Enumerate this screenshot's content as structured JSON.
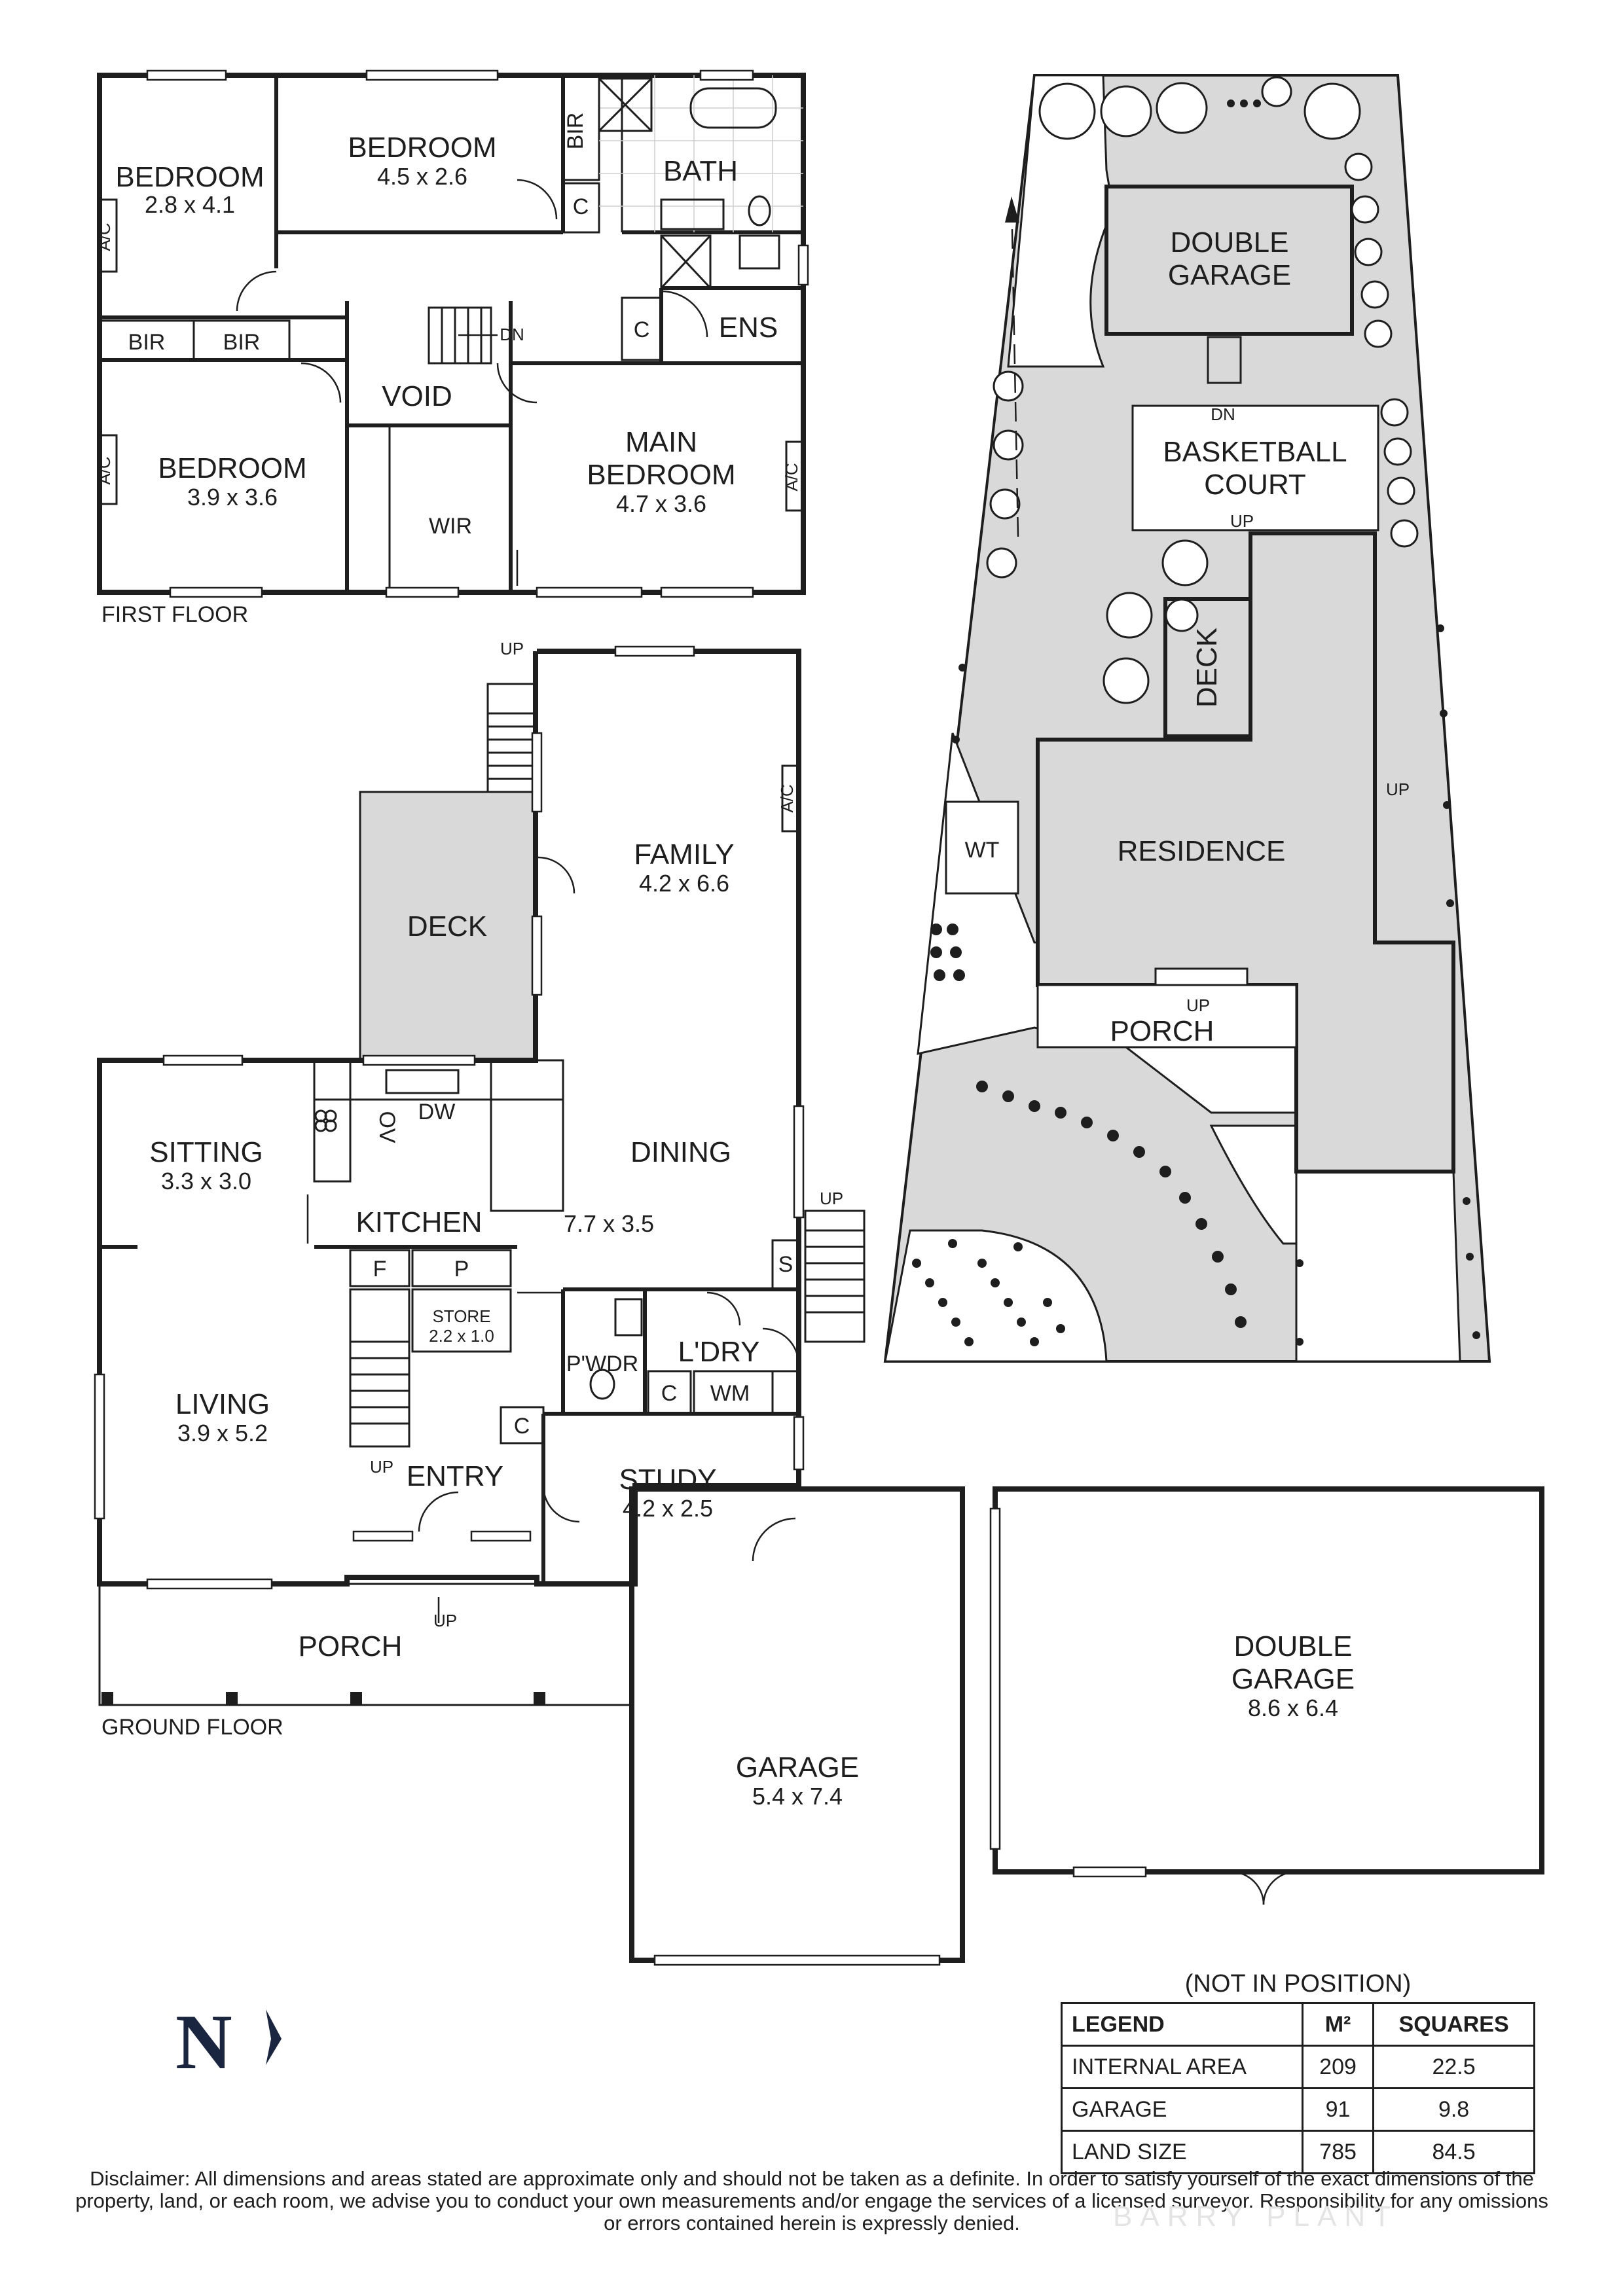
{
  "plan": {
    "first_floor": {
      "label": "FIRST FLOOR",
      "rooms": {
        "bedroom_nw": {
          "name": "BEDROOM",
          "dims": "2.8 x 4.1"
        },
        "bedroom_n": {
          "name": "BEDROOM",
          "dims": "4.5 x 2.6"
        },
        "bedroom_sw": {
          "name": "BEDROOM",
          "dims": "3.9 x 3.6"
        },
        "main_bedroom": {
          "name1": "MAIN",
          "name2": "BEDROOM",
          "dims": "4.7 x 3.6"
        }
      },
      "labels": {
        "bath": "BATH",
        "ens": "ENS",
        "void": "VOID",
        "wir": "WIR",
        "bir": "BIR",
        "c": "C",
        "ac": "A/C",
        "dn": "DN"
      }
    },
    "ground_floor": {
      "label": "GROUND FLOOR",
      "rooms": {
        "family": {
          "name": "FAMILY",
          "dims": "4.2 x 6.6"
        },
        "deck": {
          "name": "DECK"
        },
        "sitting": {
          "name": "SITTING",
          "dims": "3.3 x 3.0"
        },
        "kitchen": {
          "name": "KITCHEN"
        },
        "dining": {
          "name": "DINING",
          "dims": "7.7 x 3.5"
        },
        "living": {
          "name": "LIVING",
          "dims": "3.9 x 5.2"
        },
        "entry": {
          "name": "ENTRY"
        },
        "study": {
          "name": "STUDY",
          "dims": "4.2 x 2.5"
        },
        "laundry": {
          "name": "L'DRY"
        },
        "powder": {
          "name": "P'WDR"
        },
        "store": {
          "name": "STORE",
          "dims": "2.2 x 1.0"
        },
        "porch": {
          "name": "PORCH"
        },
        "garage": {
          "name": "GARAGE",
          "dims": "5.4 x 7.4"
        }
      },
      "labels": {
        "up": "UP",
        "ac": "A/C",
        "dw": "DW",
        "ov": "OV",
        "f": "F",
        "p": "P",
        "s": "S",
        "c": "C",
        "wm": "WM"
      }
    },
    "site_plan": {
      "labels": {
        "double_garage_1": "DOUBLE",
        "double_garage_2": "GARAGE",
        "court_1": "BASKETBALL",
        "court_2": "COURT",
        "deck": "DECK",
        "residence": "RESIDENCE",
        "porch": "PORCH",
        "wt": "WT",
        "up": "UP",
        "dn": "DN"
      }
    },
    "detached_garage": {
      "name1": "DOUBLE",
      "name2": "GARAGE",
      "dims": "8.6 x 6.4",
      "note": "(NOT IN POSITION)"
    }
  },
  "legend": {
    "headers": {
      "label": "LEGEND",
      "m2": "M²",
      "squares": "SQUARES"
    },
    "rows": [
      {
        "label": "INTERNAL AREA",
        "m2": "209",
        "squares": "22.5"
      },
      {
        "label": "GARAGE",
        "m2": "91",
        "squares": "9.8"
      },
      {
        "label": "LAND SIZE",
        "m2": "785",
        "squares": "84.5"
      }
    ]
  },
  "compass": {
    "letter": "N"
  },
  "disclaimer": "Disclaimer: All dimensions and areas stated are approximate only and should not be taken as a definite. In order to satisfy yourself of the exact dimensions of the property, land, or each room, we advise you to conduct your own measurements and/or engage the services of a licensed surveyor. Responsibility for any omissions or errors contained herein is expressly denied.",
  "watermark": "BARRY PLANT",
  "colors": {
    "ink": "#1e1e1e",
    "shade": "#d9d9d9",
    "compass": "#1a2540"
  }
}
